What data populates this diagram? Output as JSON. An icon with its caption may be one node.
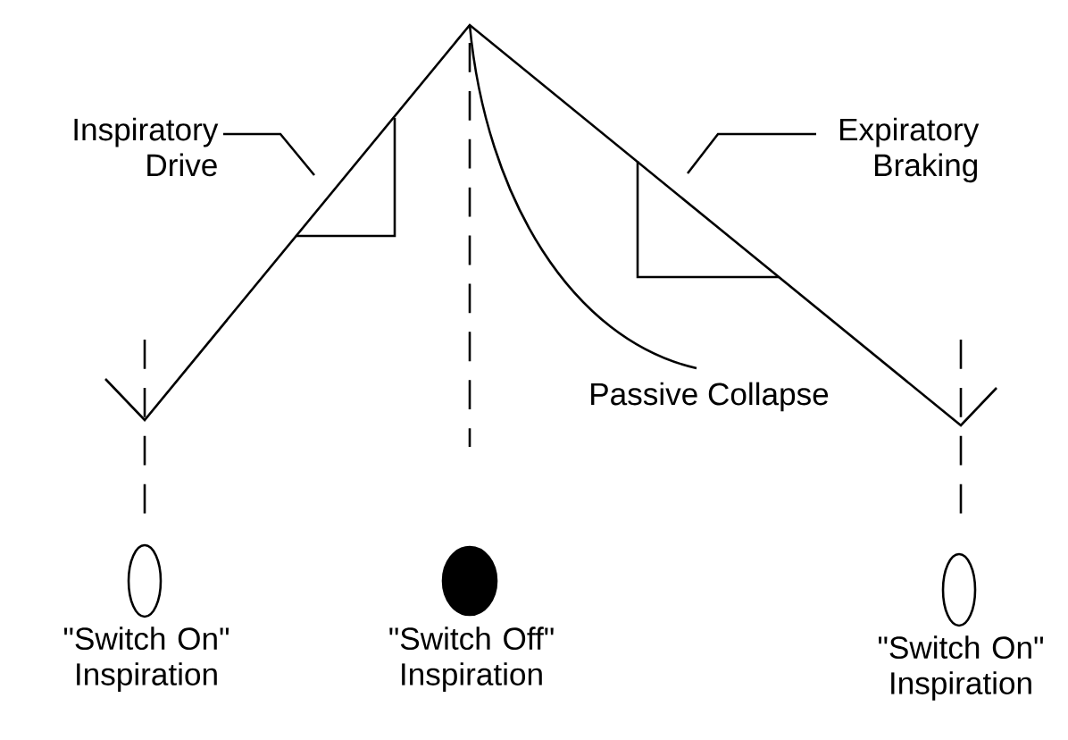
{
  "diagram": {
    "nodes": [
      {
        "text": [
          "Inspiratory Drive"
        ]
      },
      {
        "text": [
          "Expiratory Braking"
        ]
      },
      {
        "text": [],
        "shape": "ellipse",
        "beside": [
          "\"Switch On\" Inspiration"
        ]
      },
      {
        "text": [],
        "shape": "ellipse",
        "beside": [
          "\"Switch Off\" Inspiration"
        ]
      },
      {
        "text": [],
        "shape": "ellipse",
        "beside": [
          "\"Switch On\" Inspiration"
        ]
      }
    ],
    "edges": [
      {
        "from": 0,
        "to": null,
        "arrow": "none"
      },
      {
        "from": 1,
        "to": null,
        "arrow": "none"
      }
    ],
    "labels": [
      "Passive Collapse"
    ]
  }
}
